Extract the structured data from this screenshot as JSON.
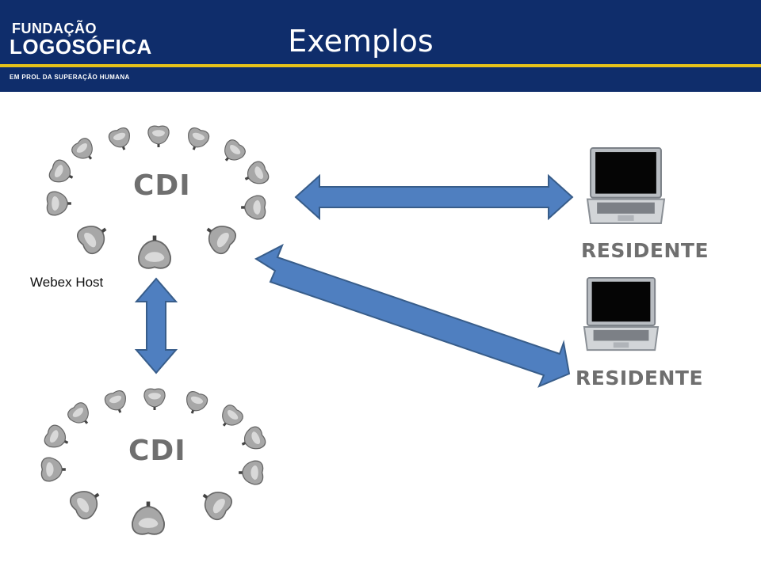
{
  "header": {
    "title": "Exemplos",
    "logo_line1": "FUNDAÇÃO",
    "logo_line2": "LOGOSÓFICA",
    "logo_tagline": "EM PROL DA SUPERAÇÃO HUMANA"
  },
  "diagram": {
    "host_label": "Webex Host",
    "cdi_top": "CDI",
    "cdi_bottom": "CDI",
    "residente_1": "RESIDENTE",
    "residente_2": "RESIDENTE"
  },
  "colors": {
    "header_bg": "#0f2d6b",
    "header_accent": "#e6c21a",
    "arrow_fill": "#4f7fc0",
    "arrow_stroke": "#385d8a",
    "label_gray": "#6f6f6f"
  },
  "icons": [
    "chair-icon",
    "laptop-icon"
  ]
}
